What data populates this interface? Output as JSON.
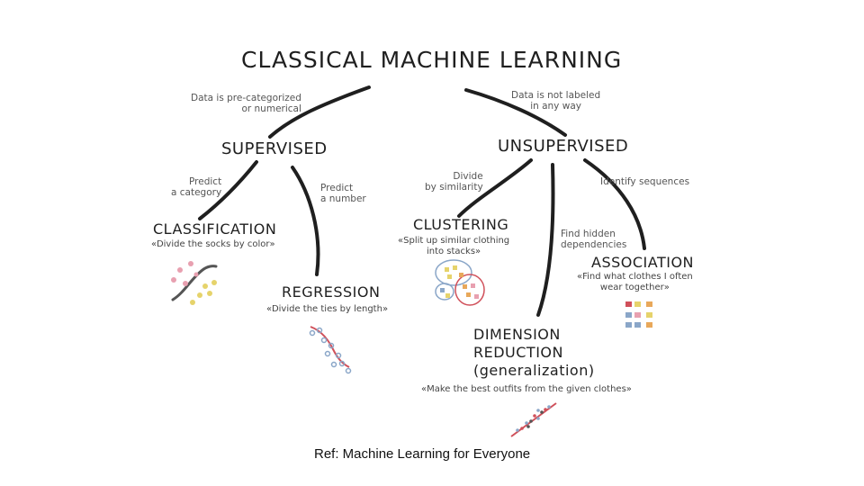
{
  "title": "CLASSICAL MACHINE LEARNING",
  "branches": {
    "supervised": {
      "label": "SUPERVISED",
      "note": "Data is pre-categorized\nor numerical"
    },
    "unsupervised": {
      "label": "UNSUPERVISED",
      "note": "Data is not labeled\nin any way"
    }
  },
  "leaves": {
    "classification": {
      "edge_note": "Predict\na category",
      "label": "CLASSIFICATION",
      "caption": "«Divide the socks by color»"
    },
    "regression": {
      "edge_note": "Predict\na number",
      "label": "REGRESSION",
      "caption": "«Divide the ties by length»"
    },
    "clustering": {
      "edge_note": "Divide\nby similarity",
      "label": "CLUSTERING",
      "caption": "«Split up similar clothing\ninto stacks»"
    },
    "association": {
      "edge_note": "Identify sequences",
      "label": "ASSOCIATION",
      "caption": "«Find what clothes I often\nwear together»"
    },
    "dimension_reduction": {
      "edge_note": "Find hidden\ndependencies",
      "label": "DIMENSION\nREDUCTION\n(generalization)",
      "caption": "«Make the best outfits from the given clothes»"
    }
  },
  "footer": {
    "reference": "Ref: Machine Learning for Everyone"
  },
  "colors": {
    "ink": "#1f1f1f",
    "note": "#555555",
    "pink": "#e8a0b0",
    "yellow": "#e6d36b",
    "blue": "#8aa6c8",
    "orange": "#e8a85a",
    "red": "#d0505a"
  }
}
